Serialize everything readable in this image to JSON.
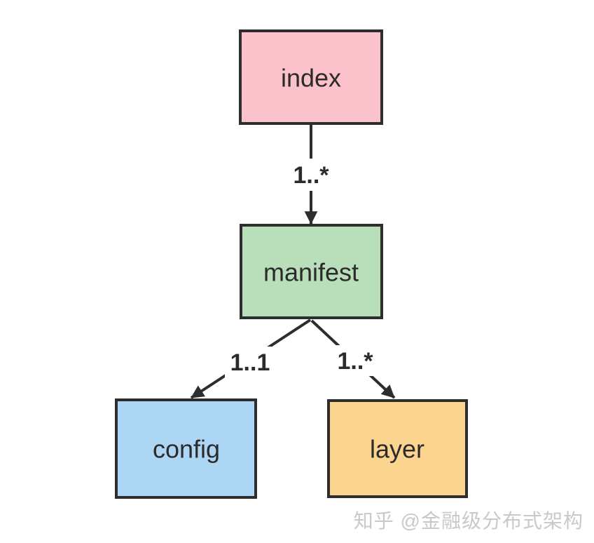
{
  "diagram": {
    "background": "#ffffff",
    "stroke_color": "#2d2d2d",
    "text_color": "#2b2b2b",
    "nodes": [
      {
        "id": "index",
        "label": "index",
        "fill": "#fbc2cc"
      },
      {
        "id": "manifest",
        "label": "manifest",
        "fill": "#b9dfba"
      },
      {
        "id": "config",
        "label": "config",
        "fill": "#add6f5"
      },
      {
        "id": "layer",
        "label": "layer",
        "fill": "#fbd490"
      }
    ],
    "edges": [
      {
        "from": "index",
        "to": "manifest",
        "label": "1..*"
      },
      {
        "from": "manifest",
        "to": "config",
        "label": "1..1"
      },
      {
        "from": "manifest",
        "to": "layer",
        "label": "1..*"
      }
    ]
  },
  "watermark": {
    "text": "知乎 @金融级分布式架构",
    "color": "#c9c9c9"
  }
}
